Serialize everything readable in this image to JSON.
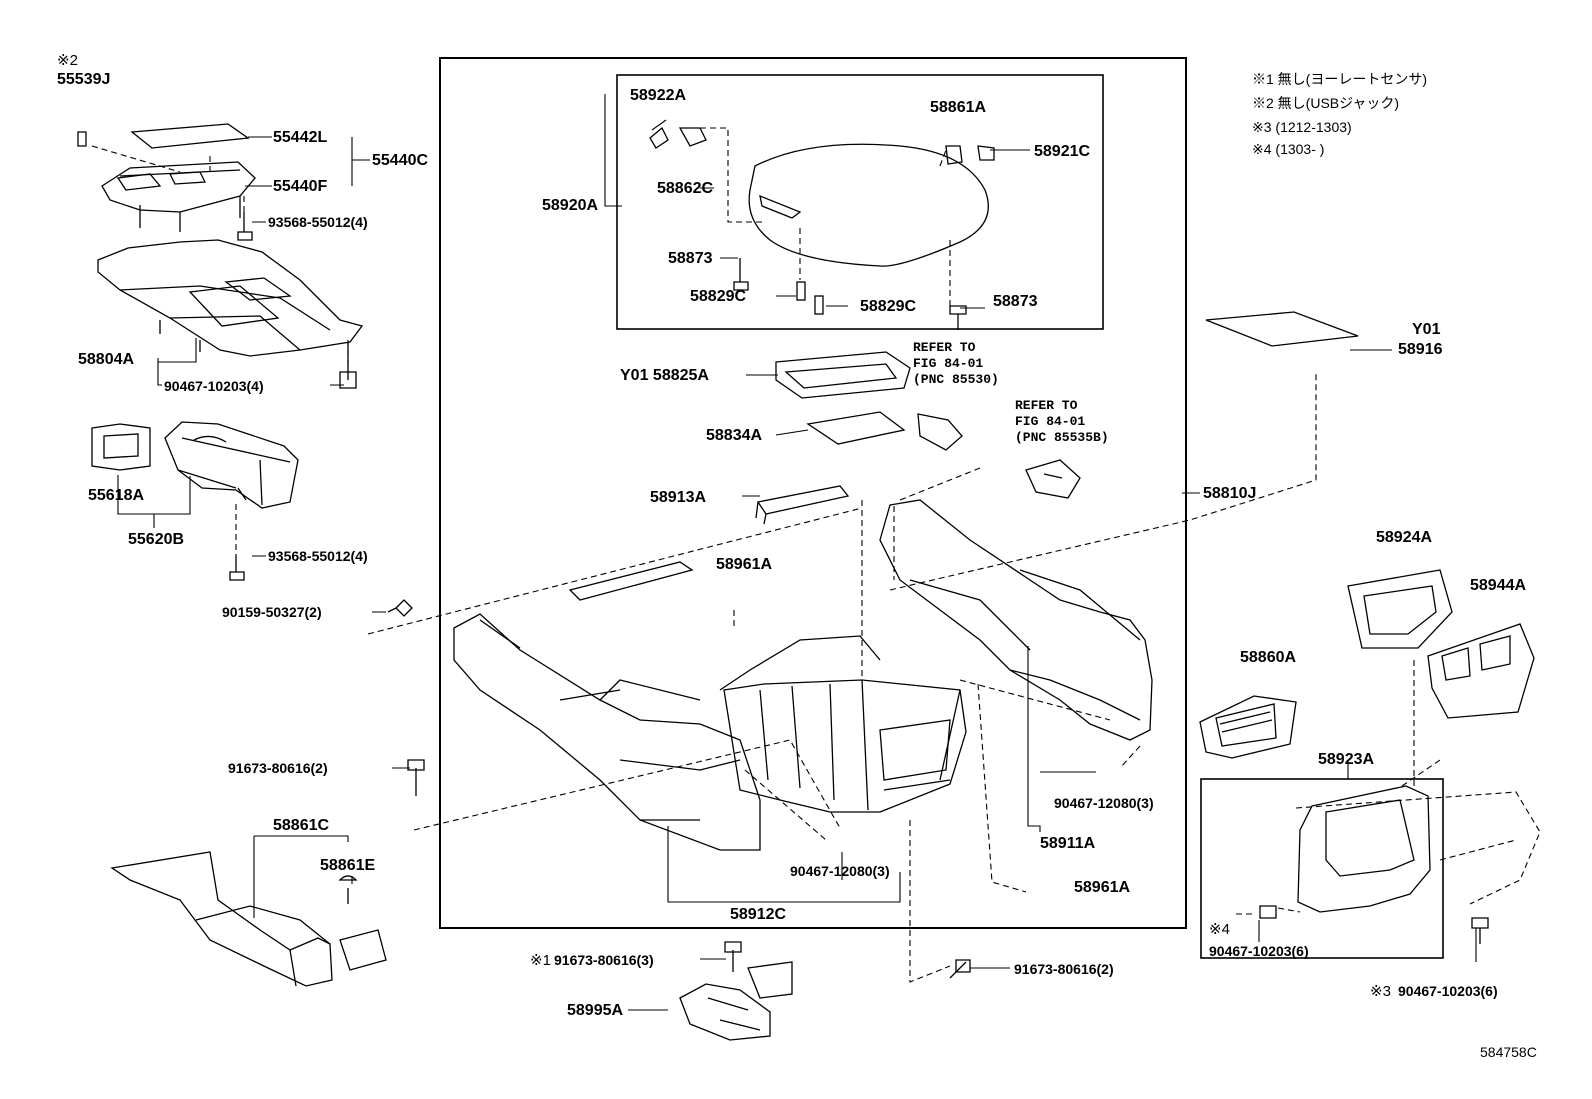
{
  "notes": [
    "※1 無し(ヨーレートセンサ)",
    "※2 無し(USBジャック)",
    "※3 (1212-1303)",
    "※4 (1303-      )"
  ],
  "figure_code": "584758C",
  "refer_1": [
    "REFER TO",
    "FIG 84-01",
    "(PNC 85530)"
  ],
  "refer_2": [
    "REFER TO",
    "FIG 84-01",
    "(PNC 85535B)"
  ],
  "parts": {
    "mark_2": "※2",
    "p55539J": "55539J",
    "p55442L": "55442L",
    "p55440C": "55440C",
    "p55440F": "55440F",
    "p93568_1": "93568-55012(4)",
    "p58804A": "58804A",
    "p90467_10203_4": "90467-10203(4)",
    "p55618A": "55618A",
    "p55620B": "55620B",
    "p93568_2": "93568-55012(4)",
    "p90159": "90159-50327(2)",
    "p91673_2a": "91673-80616(2)",
    "p58861C": "58861C",
    "p58861E": "58861E",
    "p58922A": "58922A",
    "p58862C": "58862C",
    "p58920A": "58920A",
    "p58873a": "58873",
    "p58829Ca": "58829C",
    "p58829Cb": "58829C",
    "p58873b": "58873",
    "p58861A": "58861A",
    "p58921C": "58921C",
    "p58825A": "Y01 58825A",
    "p58834A": "58834A",
    "p58913A": "58913A",
    "p58961Aa": "58961A",
    "p58810J": "58810J",
    "pY01": "Y01",
    "p58916": "58916",
    "p90467_12080a": "90467-12080(3)",
    "p58911A": "58911A",
    "p58961Ab": "58961A",
    "p90467_12080b": "90467-12080(3)",
    "p58912C": "58912C",
    "mark_1": "※1",
    "p91673_3": "91673-80616(3)",
    "p58995A": "58995A",
    "p91673_2b": "91673-80616(2)",
    "p58924A": "58924A",
    "p58944A": "58944A",
    "p58860A": "58860A",
    "p58923A": "58923A",
    "mark_4": "※4",
    "p90467_10203_6a": "90467-10203(6)",
    "mark_3": "※3",
    "p90467_10203_6b": "90467-10203(6)"
  }
}
